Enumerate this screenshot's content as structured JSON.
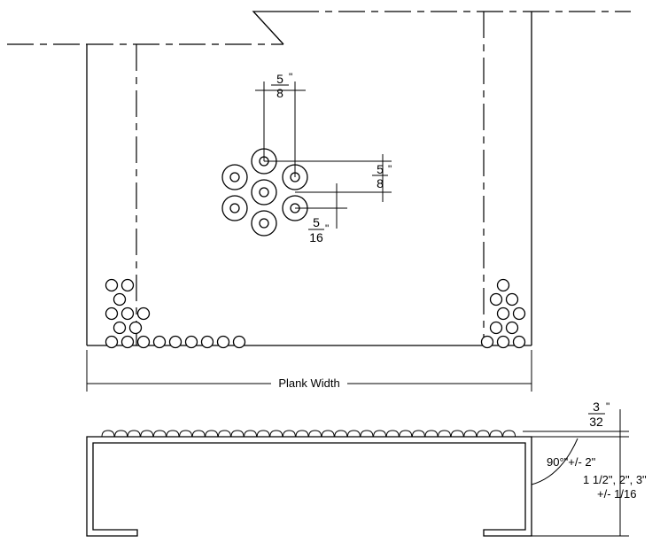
{
  "labels": {
    "hole_spacing_num": "5",
    "hole_spacing_den": "8",
    "inch_mark": "\"",
    "row_spacing_num": "5",
    "row_spacing_den": "8",
    "row_offset_num": "5",
    "row_offset_den": "16",
    "plank_width": "Plank Width",
    "thickness_num": "3",
    "thickness_den": "32",
    "angle": "90°\"+/- 2\"",
    "depth_line1": "1 1/2\", 2\", 3\"",
    "depth_line2": "+/- 1/16"
  }
}
